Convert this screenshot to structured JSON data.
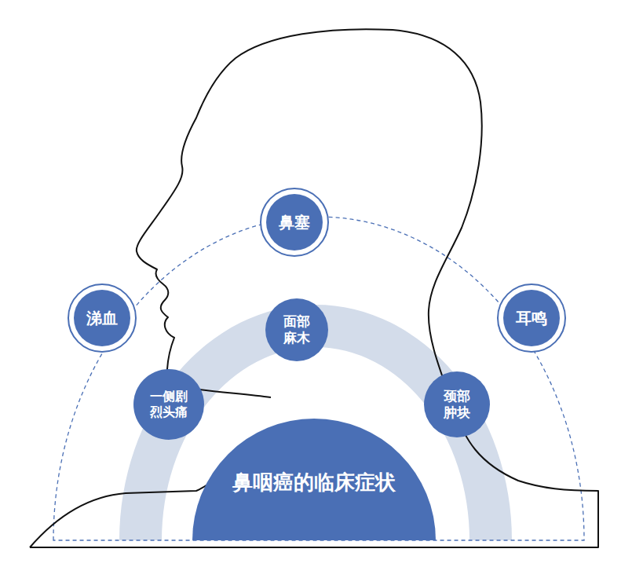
{
  "diagram": {
    "nodes": [
      {
        "text": [
          "鼻咽癌的临床症状"
        ]
      },
      {
        "text": [
          "鼻塞"
        ]
      },
      {
        "text": [
          "涕血"
        ]
      },
      {
        "text": [
          "耳鸣"
        ]
      },
      {
        "text": [
          "面部 麻木"
        ]
      },
      {
        "text": [
          "一侧剧 烈头痛"
        ]
      },
      {
        "text": [
          "颈部 肿块"
        ]
      }
    ]
  }
}
